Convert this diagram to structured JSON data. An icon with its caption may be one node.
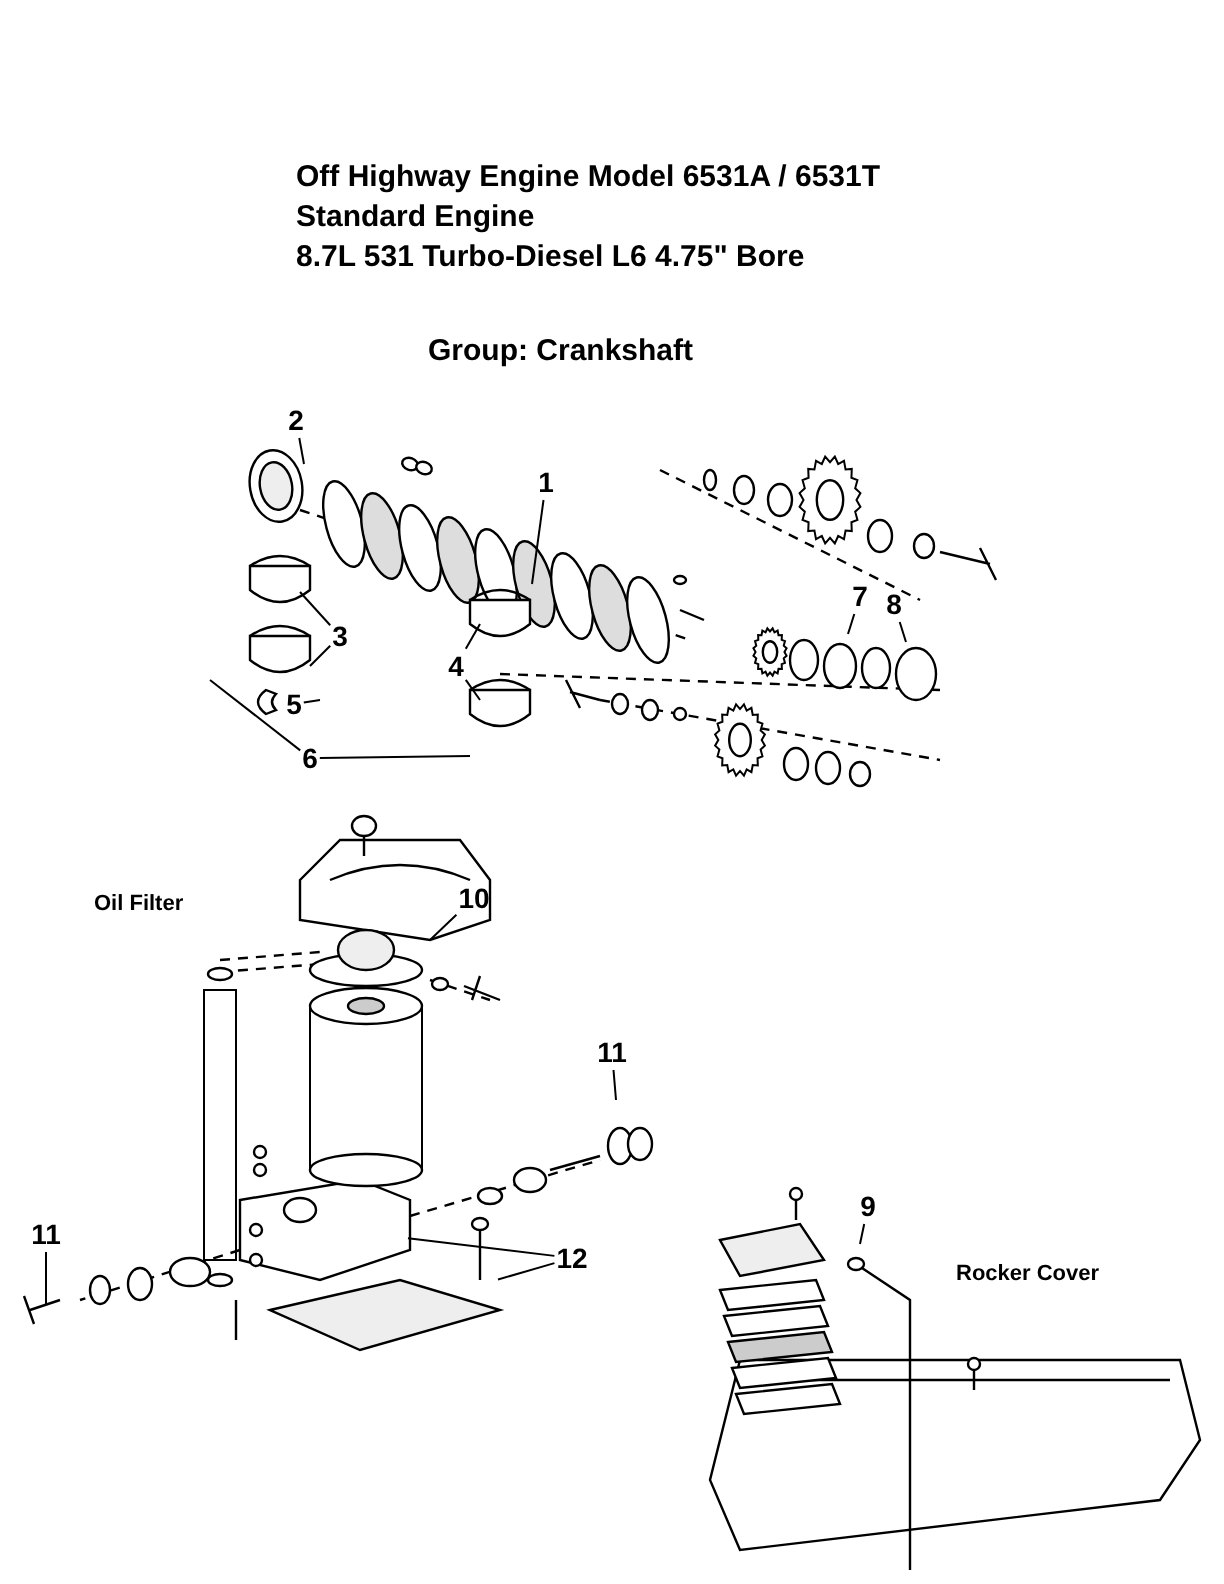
{
  "diagram": {
    "nodes": [
      {
        "text": [
          "2"
        ]
      },
      {
        "text": [
          "1"
        ]
      },
      {
        "text": [
          "7"
        ]
      },
      {
        "text": [
          "8"
        ]
      },
      {
        "text": [
          "3"
        ]
      },
      {
        "text": [
          "4"
        ]
      },
      {
        "text": [
          "5"
        ]
      },
      {
        "text": [
          "6"
        ]
      },
      {
        "text": [
          "10"
        ]
      },
      {
        "text": [
          "11"
        ]
      },
      {
        "text": [
          "9"
        ]
      },
      {
        "text": [
          "11"
        ]
      },
      {
        "text": [
          "12"
        ]
      },
      {
        "text": [],
        "shape": "picture"
      },
      {
        "text": [],
        "shape": "picture"
      }
    ],
    "edges": [
      {
        "from": 0,
        "to": null,
        "arrow": "none"
      },
      {
        "from": 1,
        "to": null,
        "arrow": "none"
      },
      {
        "from": 2,
        "to": null,
        "arrow": "none"
      },
      {
        "from": 3,
        "to": null,
        "arrow": "none"
      },
      {
        "from": 4,
        "to": null,
        "arrow": "none"
      },
      {
        "from": 4,
        "to": null,
        "arrow": "none"
      },
      {
        "from": 5,
        "to": null,
        "arrow": "none"
      },
      {
        "from": 5,
        "to": null,
        "arrow": "none"
      },
      {
        "from": 6,
        "to": null,
        "arrow": "none"
      },
      {
        "from": 7,
        "to": null,
        "arrow": "none"
      },
      {
        "from": 7,
        "to": null,
        "arrow": "none"
      },
      {
        "from": 8,
        "to": null,
        "arrow": "none"
      },
      {
        "from": 9,
        "to": null,
        "arrow": "none"
      },
      {
        "from": 10,
        "to": null,
        "arrow": "none"
      },
      {
        "from": 11,
        "to": null,
        "arrow": "none"
      },
      {
        "from": 12,
        "to": 13,
        "arrow": "none"
      },
      {
        "from": 12,
        "to": 14,
        "arrow": "none"
      }
    ],
    "labels": [
      "Off Highway Engine Model 6531A / 6531T",
      "Standard Engine",
      "8.7L 531 Turbo-Diesel L6 4.75\" Bore",
      "Group: Crankshaft",
      "Oil Filter",
      "Rocker Cover"
    ]
  }
}
